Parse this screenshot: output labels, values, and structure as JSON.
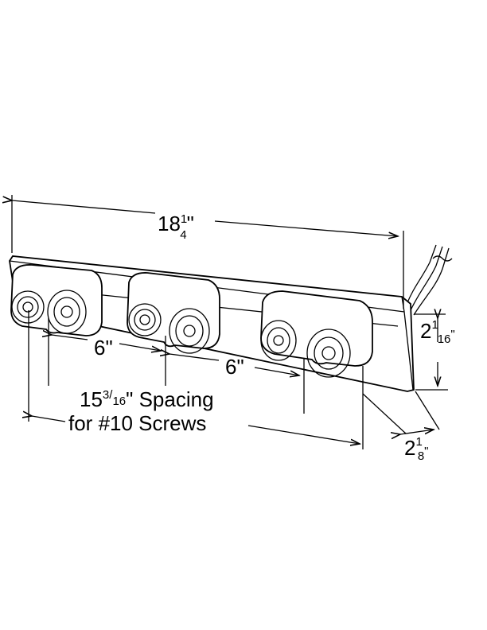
{
  "dimensions": {
    "overall_length": {
      "whole": "18",
      "num": "1",
      "den": "4",
      "unit": "\""
    },
    "lamp_spacing_1": "6\"",
    "lamp_spacing_2": "6\"",
    "height": {
      "whole": "2",
      "num": "1",
      "den": "16",
      "unit": "\""
    },
    "depth": {
      "whole": "2",
      "num": "1",
      "den": "8",
      "unit": "\""
    },
    "screw_spacing": {
      "whole": "15",
      "num": "3",
      "den": "16",
      "unit": "\"",
      "label": " Spacing",
      "line2": "for #10 Screws"
    }
  }
}
